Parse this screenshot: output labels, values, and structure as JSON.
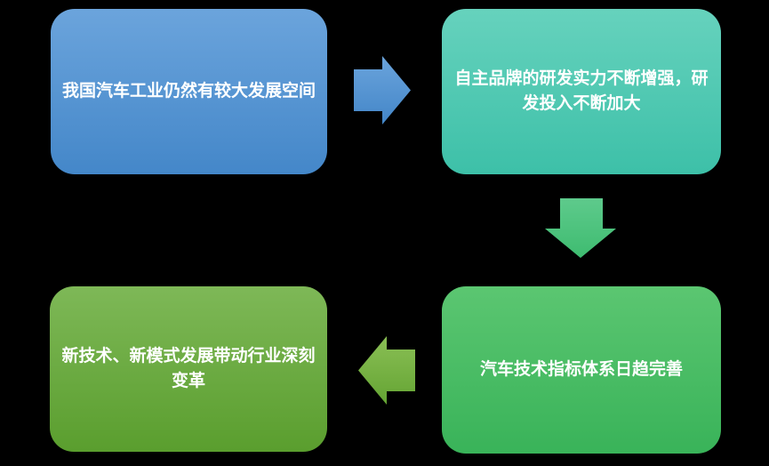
{
  "diagram": {
    "background_color": "#000000",
    "text_color": "#FFFFFF",
    "nodes": [
      {
        "id": "auto-industry-growth-space",
        "text": "我国汽车工业仍然有较大发展空间",
        "color_top": "#6BA4DC",
        "color_bottom": "#4487C9"
      },
      {
        "id": "brand-rd-strength",
        "text": "自主品牌的研发实力不断增强，研发投入不断加大",
        "color_top": "#66D2BD",
        "color_bottom": "#3DC0A8"
      },
      {
        "id": "tech-indicator-system",
        "text": "汽车技术指标体系日趋完善",
        "color_top": "#5BC671",
        "color_bottom": "#39B359"
      },
      {
        "id": "new-tech-transformation",
        "text": "新技术、新模式发展带动行业深刻变革",
        "color_top": "#7EB857",
        "color_bottom": "#5A9E2E"
      }
    ],
    "arrows": [
      {
        "id": "arrow-right",
        "direction": "right",
        "color_top": "#6BA4DC",
        "color_bottom": "#4386C8"
      },
      {
        "id": "arrow-down",
        "direction": "down",
        "color_top": "#5ECA8C",
        "color_bottom": "#3EBC70"
      },
      {
        "id": "arrow-left",
        "direction": "left",
        "color_top": "#8ABF55",
        "color_bottom": "#64A433"
      }
    ]
  }
}
